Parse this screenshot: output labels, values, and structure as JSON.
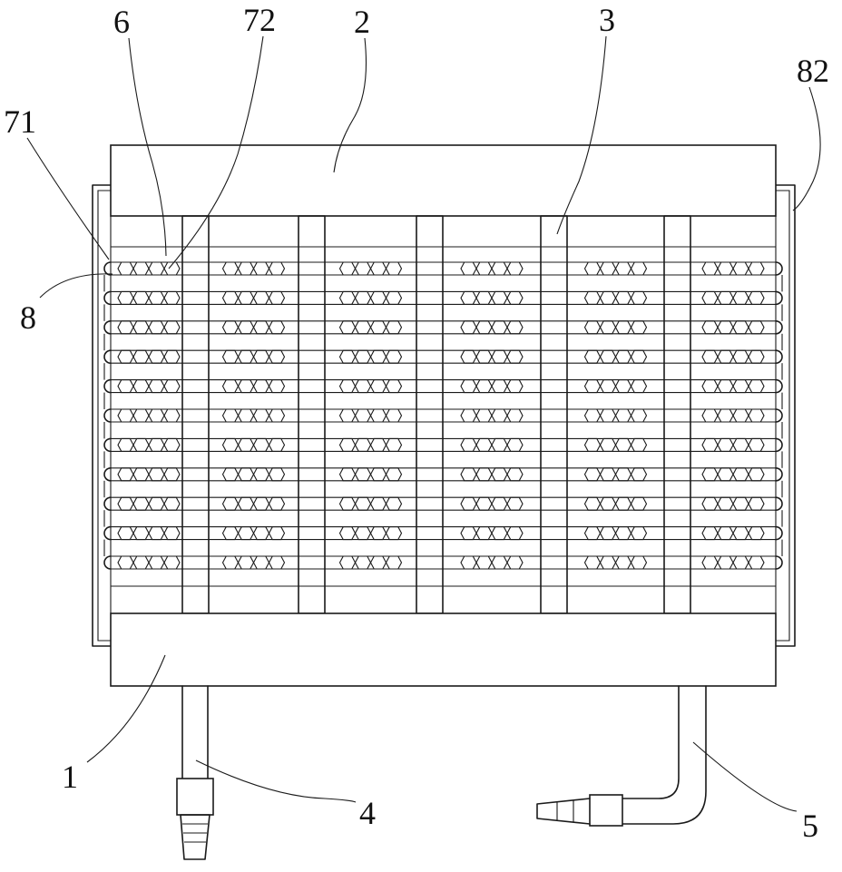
{
  "labels": {
    "l1": "1",
    "l2": "2",
    "l3": "3",
    "l4": "4",
    "l5": "5",
    "l6": "6",
    "l8": "8",
    "l71": "71",
    "l72": "72",
    "l82": "82"
  },
  "colors": {
    "line": "#1a1a1a",
    "background": "#ffffff"
  }
}
